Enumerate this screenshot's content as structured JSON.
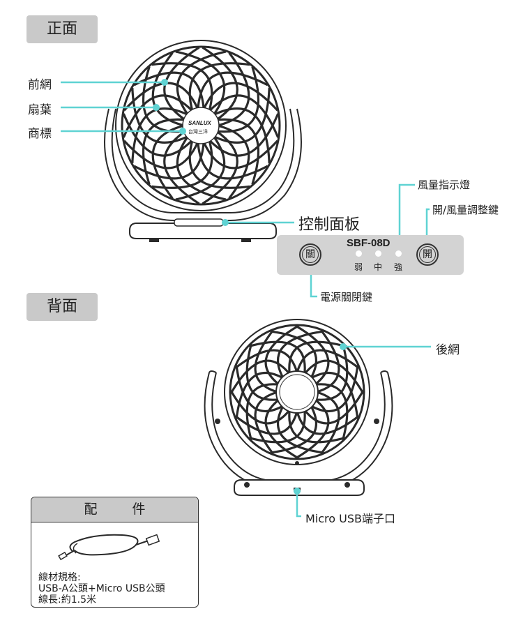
{
  "sections": {
    "front_label": "正面",
    "back_label": "背面"
  },
  "front": {
    "front_grille_label": "前網",
    "blade_label": "扇葉",
    "logo_label": "商標",
    "logo_brand": "SANLUX",
    "logo_sub": "台灣三洋",
    "control_panel_label": "控制面板"
  },
  "panel": {
    "model": "SBF-08D",
    "off_button": "關",
    "on_button": "開",
    "led_labels": [
      "弱",
      "中",
      "強"
    ],
    "speed_indicator_label": "風量指示燈",
    "on_speed_button_label": "開/風量調整鍵",
    "power_off_label": "電源關閉鍵"
  },
  "back": {
    "rear_grille_label": "後網",
    "usb_port_label": "Micro USB端子口"
  },
  "accessories": {
    "title": "配件",
    "lines": [
      "線材規格:",
      "USB-A公頭+Micro USB公頭",
      "線長:約1.5米"
    ]
  },
  "colors": {
    "leader": "#5fd3d3",
    "tag_bg": "#c9c9c9",
    "panel_bg": "#d3d3d3",
    "line_art": "#2a2a2a"
  }
}
